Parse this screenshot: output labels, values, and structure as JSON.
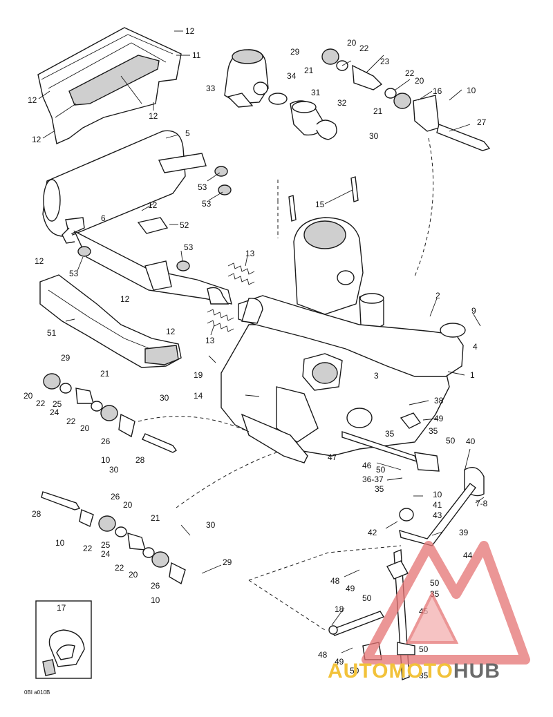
{
  "diagram": {
    "callouts": [
      {
        "id": "c-12-a",
        "label": "12"
      },
      {
        "id": "c-11",
        "label": "11"
      },
      {
        "id": "c-12-b",
        "label": "12"
      },
      {
        "id": "c-12-c",
        "label": "12"
      },
      {
        "id": "c-12-d",
        "label": "12"
      },
      {
        "id": "c-5",
        "label": "5"
      },
      {
        "id": "c-53-a",
        "label": "53"
      },
      {
        "id": "c-53-b",
        "label": "53"
      },
      {
        "id": "c-12-e",
        "label": "12"
      },
      {
        "id": "c-6",
        "label": "6"
      },
      {
        "id": "c-52",
        "label": "52"
      },
      {
        "id": "c-53-c",
        "label": "53"
      },
      {
        "id": "c-53-d",
        "label": "53"
      },
      {
        "id": "c-12-f",
        "label": "12"
      },
      {
        "id": "c-12-g",
        "label": "12"
      },
      {
        "id": "c-51",
        "label": "51"
      },
      {
        "id": "c-12-h",
        "label": "12"
      },
      {
        "id": "c-29-a",
        "label": "29"
      },
      {
        "id": "c-20-a",
        "label": "20"
      },
      {
        "id": "c-22-a",
        "label": "22"
      },
      {
        "id": "c-21-a",
        "label": "21"
      },
      {
        "id": "c-23",
        "label": "23"
      },
      {
        "id": "c-22-b",
        "label": "22"
      },
      {
        "id": "c-20-b",
        "label": "20"
      },
      {
        "id": "c-21-b",
        "label": "21"
      },
      {
        "id": "c-34",
        "label": "34"
      },
      {
        "id": "c-33",
        "label": "33"
      },
      {
        "id": "c-31",
        "label": "31"
      },
      {
        "id": "c-32",
        "label": "32"
      },
      {
        "id": "c-16",
        "label": "16"
      },
      {
        "id": "c-10-a",
        "label": "10"
      },
      {
        "id": "c-27",
        "label": "27"
      },
      {
        "id": "c-30-a",
        "label": "30"
      },
      {
        "id": "c-15",
        "label": "15"
      },
      {
        "id": "c-13-a",
        "label": "13"
      },
      {
        "id": "c-13-b",
        "label": "13"
      },
      {
        "id": "c-2",
        "label": "2"
      },
      {
        "id": "c-9",
        "label": "9"
      },
      {
        "id": "c-4",
        "label": "4"
      },
      {
        "id": "c-1",
        "label": "1"
      },
      {
        "id": "c-3",
        "label": "3"
      },
      {
        "id": "c-19",
        "label": "19"
      },
      {
        "id": "c-14",
        "label": "14"
      },
      {
        "id": "c-29-b",
        "label": "29"
      },
      {
        "id": "c-21-c",
        "label": "21"
      },
      {
        "id": "c-20-c",
        "label": "20"
      },
      {
        "id": "c-22-c",
        "label": "22"
      },
      {
        "id": "c-25-a",
        "label": "25"
      },
      {
        "id": "c-24-a",
        "label": "24"
      },
      {
        "id": "c-30-b",
        "label": "30"
      },
      {
        "id": "c-22-d",
        "label": "22"
      },
      {
        "id": "c-20-d",
        "label": "20"
      },
      {
        "id": "c-26-a",
        "label": "26"
      },
      {
        "id": "c-10-b",
        "label": "10"
      },
      {
        "id": "c-28-a",
        "label": "28"
      },
      {
        "id": "c-38",
        "label": "38"
      },
      {
        "id": "c-49-a",
        "label": "49"
      },
      {
        "id": "c-35-a",
        "label": "35"
      },
      {
        "id": "c-35-b",
        "label": "35"
      },
      {
        "id": "c-50-a",
        "label": "50"
      },
      {
        "id": "c-40",
        "label": "40"
      },
      {
        "id": "c-47",
        "label": "47"
      },
      {
        "id": "c-46",
        "label": "46"
      },
      {
        "id": "c-50-b",
        "label": "50"
      },
      {
        "id": "c-36-37",
        "label": "36-37"
      },
      {
        "id": "c-35-c",
        "label": "35"
      },
      {
        "id": "c-10-c",
        "label": "10"
      },
      {
        "id": "c-7-8",
        "label": "7-8"
      },
      {
        "id": "c-41",
        "label": "41"
      },
      {
        "id": "c-43",
        "label": "43"
      },
      {
        "id": "c-42",
        "label": "42"
      },
      {
        "id": "c-39",
        "label": "39"
      },
      {
        "id": "c-30-c",
        "label": "30"
      },
      {
        "id": "c-26-b",
        "label": "26"
      },
      {
        "id": "c-28-b",
        "label": "28"
      },
      {
        "id": "c-20-e",
        "label": "20"
      },
      {
        "id": "c-21-d",
        "label": "21"
      },
      {
        "id": "c-10-d",
        "label": "10"
      },
      {
        "id": "c-22-e",
        "label": "22"
      },
      {
        "id": "c-25-b",
        "label": "25"
      },
      {
        "id": "c-24-b",
        "label": "24"
      },
      {
        "id": "c-30-d",
        "label": "30"
      },
      {
        "id": "c-22-f",
        "label": "22"
      },
      {
        "id": "c-20-f",
        "label": "20"
      },
      {
        "id": "c-29-c",
        "label": "29"
      },
      {
        "id": "c-26-c",
        "label": "26"
      },
      {
        "id": "c-10-e",
        "label": "10"
      },
      {
        "id": "c-44",
        "label": "44"
      },
      {
        "id": "c-48-a",
        "label": "48"
      },
      {
        "id": "c-50-c",
        "label": "50"
      },
      {
        "id": "c-49-b",
        "label": "49"
      },
      {
        "id": "c-50-d",
        "label": "50"
      },
      {
        "id": "c-35-d",
        "label": "35"
      },
      {
        "id": "c-18",
        "label": "18"
      },
      {
        "id": "c-45",
        "label": "45"
      },
      {
        "id": "c-48-b",
        "label": "48"
      },
      {
        "id": "c-50-e",
        "label": "50"
      },
      {
        "id": "c-49-c",
        "label": "49"
      },
      {
        "id": "c-50-f",
        "label": "50"
      },
      {
        "id": "c-35-e",
        "label": "35"
      },
      {
        "id": "c-17",
        "label": "17"
      }
    ],
    "corner_code": "0BI a010B",
    "watermark": {
      "part1": "AUTOMOTO",
      "part2": "HUB",
      "colors": {
        "mark": "#e57373",
        "text_primary": "#f2c23a",
        "text_secondary": "#6a6a6a"
      }
    },
    "colors": {
      "line": "#1a1a1a",
      "shade": "#cfcfcf",
      "background": "#ffffff"
    }
  }
}
